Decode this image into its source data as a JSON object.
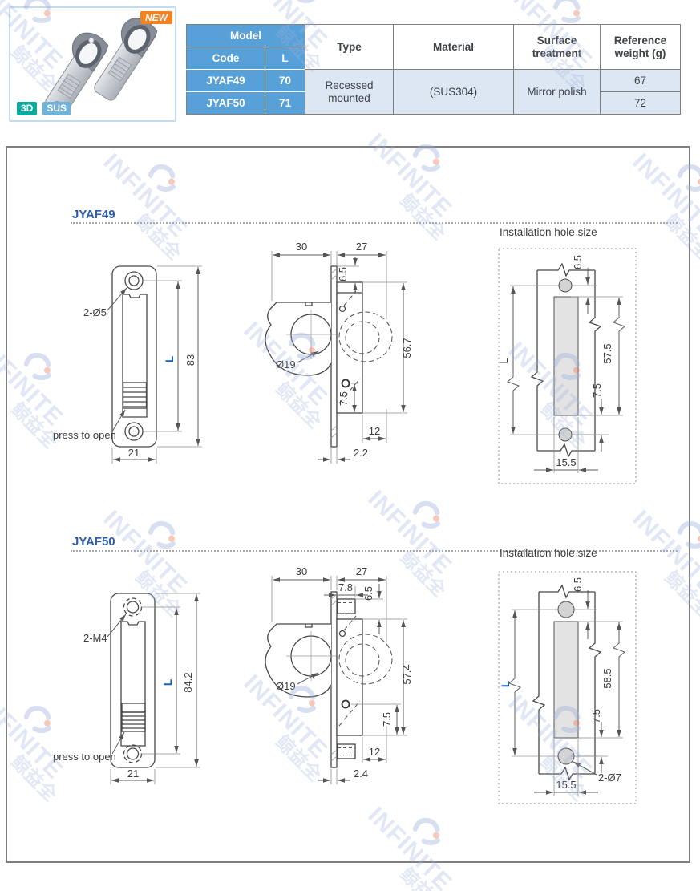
{
  "product_card": {
    "new_badge": "NEW",
    "tag_3d": "3D",
    "tag_sus": "SUS"
  },
  "watermark": {
    "latin": "INFINITE",
    "cjk": "鲸益全"
  },
  "table": {
    "model_header": "Model",
    "code_header": "Code",
    "l_header": "L",
    "type_header": "Type",
    "material_header": "Material",
    "surface_header": "Surface treatment",
    "weight_header": "Reference weight (g)",
    "type_value": "Recessed mounted",
    "material_value": "(SUS304)",
    "surface_value": "Mirror polish",
    "rows": [
      {
        "code": "JYAF49",
        "l": "70",
        "weight": "67"
      },
      {
        "code": "JYAF50",
        "l": "71",
        "weight": "72"
      }
    ]
  },
  "sections": [
    {
      "title": "JYAF49",
      "install_title": "Installation hole size",
      "front": {
        "holes": "2-Ø5",
        "l": "L",
        "overall": "83",
        "width": "21",
        "press": "press to open"
      },
      "side": {
        "w_left": "30",
        "w_right": "27",
        "top_offset": "6.5",
        "bore": "Ø19",
        "body_h": "56.7",
        "bottom_offset": "7.5",
        "depth": "12",
        "thickness": "2.2"
      },
      "install": {
        "top_offset": "6.5",
        "l": "L",
        "slot_h": "57.5",
        "bottom_offset": "7.5",
        "slot_w": "15.5"
      }
    },
    {
      "title": "JYAF50",
      "install_title": "Installation hole size",
      "front": {
        "holes": "2-M4",
        "l": "L",
        "overall": "84.2",
        "width": "21",
        "press": "press to open"
      },
      "side": {
        "w_left": "30",
        "w_right": "27",
        "boss_w": "7.8",
        "top_offset": "6.5",
        "bore": "Ø19",
        "body_h": "57.4",
        "bottom_offset": "7.5",
        "depth": "12",
        "thickness": "2.4"
      },
      "install": {
        "top_offset": "6.5",
        "l": "L",
        "slot_h": "58.5",
        "bottom_offset": "7.5",
        "slot_w": "15.5",
        "holes": "2-Ø7"
      }
    }
  ],
  "colors": {
    "table_blue": "#58a0d8",
    "cell_blue": "#dce7f3",
    "badge_orange": "#f5821f",
    "tag_teal": "#0baa9e",
    "tag_blue": "#6fb3dd",
    "title_blue": "#2b5cab",
    "dim_blue": "#1063c0"
  }
}
